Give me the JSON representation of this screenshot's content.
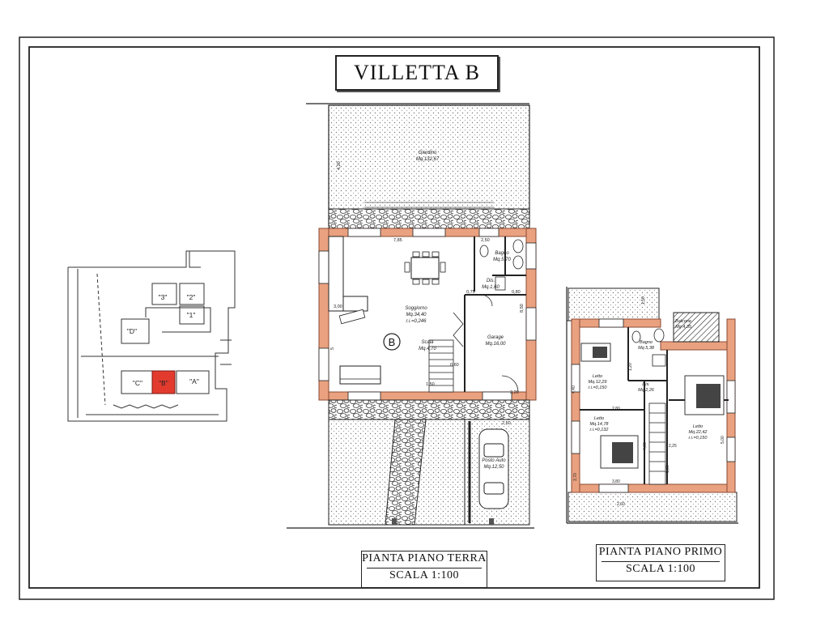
{
  "sheet": {
    "title": "VILLETTA B"
  },
  "ground_floor": {
    "caption_title": "PIANTA PIANO TERRA",
    "caption_scale": "SCALA 1:100",
    "unit_marker": "B",
    "garden_back": {
      "name": "Giardino",
      "area": "Mq.132,67"
    },
    "living": {
      "name": "Soggiorno",
      "area": "Mq.34,40",
      "ratio": "r.i.=0,246"
    },
    "stair": {
      "name": "Scala",
      "area": "Mq.4,70"
    },
    "bath": {
      "name": "Bagno",
      "area": "Mq.5,70"
    },
    "closet": {
      "name": "Dis.",
      "area": "Mq.1,60"
    },
    "garage": {
      "name": "Garage",
      "area": "Mq.16,00"
    },
    "parking": {
      "name": "Posto Auto",
      "area": "Mq.12,50"
    },
    "dims": {
      "d785": "7,85",
      "d250": "2,50",
      "d300": "3,00",
      "d075": "0,75",
      "d080": "0,80",
      "d850": "8,50",
      "d320": "3,20",
      "d150": "1,50",
      "d060": "0,60",
      "d420": "4,20",
      "d5": "5"
    }
  },
  "first_floor": {
    "caption_title": "PIANTA PIANO PRIMO",
    "caption_scale": "SCALA 1:100",
    "balcony": {
      "name": "Balcone",
      "area": "Mq.4,35"
    },
    "bath": {
      "name": "Bagno",
      "area": "Mq.5,38"
    },
    "bed1": {
      "name": "Letto",
      "area": "Mq.12,29",
      "ratio": "r.i.=0,150"
    },
    "hall": {
      "name": "Dis.",
      "area": "Mq.2,26"
    },
    "bed2": {
      "name": "Letto",
      "area": "Mq.14,78",
      "ratio": "r.i.=0,132"
    },
    "bed3": {
      "name": "Letto",
      "area": "Mq.22,42",
      "ratio": "r.i.=0,150"
    },
    "dims": {
      "d150": "1,50",
      "d280": "2,80",
      "d120": "1,20",
      "d440": "4,40",
      "d400": "4,00",
      "d225": "2,25",
      "d180": "1,80",
      "d370": "3,70",
      "d380": "3,80",
      "d500": "5,00",
      "d260": "2,60"
    }
  },
  "site_plan": {
    "lots": [
      "\"3\"",
      "\"2\"",
      "\"1\"",
      "\"D\"",
      "\"C\"",
      "\"A\"",
      "\"B\""
    ],
    "highlight_color": "#e23b2e"
  },
  "colors": {
    "wall": "#e9a17f",
    "wall_stroke": "#8a4a34",
    "line": "#222222",
    "stipple": "#777777"
  }
}
